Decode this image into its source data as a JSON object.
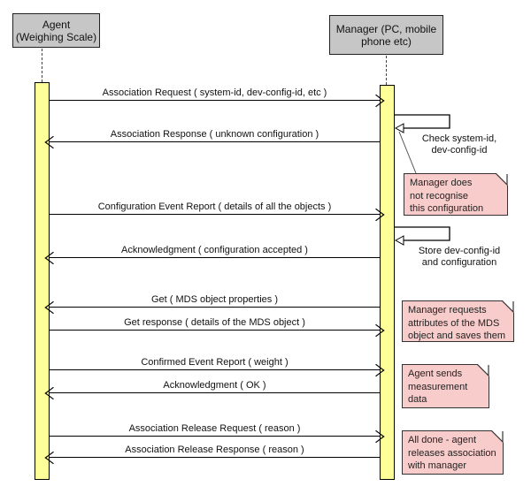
{
  "diagram_type": "uml-sequence-diagram",
  "actors": [
    {
      "id": "agent",
      "label": "Agent\n(Weighing Scale)"
    },
    {
      "id": "manager",
      "label": "Manager (PC, mobile\nphone etc)"
    }
  ],
  "messages": [
    {
      "label": "Association Request ( system-id, dev-config-id, etc )",
      "from": "agent",
      "to": "manager",
      "direction": "right"
    },
    {
      "label": "Association Response ( unknown configuration )",
      "from": "manager",
      "to": "agent",
      "direction": "left"
    },
    {
      "label": "Configuration Event Report ( details of all the objects )",
      "from": "agent",
      "to": "manager",
      "direction": "right"
    },
    {
      "label": "Acknowledgment ( configuration accepted )",
      "from": "manager",
      "to": "agent",
      "direction": "left"
    },
    {
      "label": "Get ( MDS object properties )",
      "from": "manager",
      "to": "agent",
      "direction": "left"
    },
    {
      "label": "Get response ( details of the MDS object )",
      "from": "agent",
      "to": "manager",
      "direction": "right"
    },
    {
      "label": "Confirmed Event Report ( weight )",
      "from": "agent",
      "to": "manager",
      "direction": "right"
    },
    {
      "label": "Acknowledgment ( OK )",
      "from": "manager",
      "to": "agent",
      "direction": "left"
    },
    {
      "label": "Association Release Request ( reason )",
      "from": "agent",
      "to": "manager",
      "direction": "right"
    },
    {
      "label": "Association Release Response ( reason )",
      "from": "manager",
      "to": "agent",
      "direction": "left"
    }
  ],
  "self_messages": [
    {
      "actor": "manager",
      "label": "Check system-id,\ndev-config-id"
    },
    {
      "actor": "manager",
      "label": "Store dev-config-id\nand configuration"
    }
  ],
  "notes": [
    {
      "text": "Manager does\nnot recognise\nthis configuration"
    },
    {
      "text": "Manager requests\nattributes of the MDS\nobject and saves them"
    },
    {
      "text": "Agent sends\nmeasurement\ndata"
    },
    {
      "text": "All done - agent\nreleases association\nwith manager"
    }
  ],
  "colors": {
    "actor_fill": "#c6c6c6",
    "activation_fill": "#ffff99",
    "note_fill": "#f8cccb",
    "line": "#000000",
    "background": "#ffffff"
  }
}
